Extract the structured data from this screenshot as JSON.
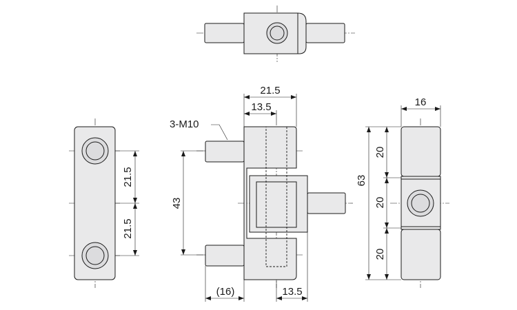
{
  "dimensions": {
    "left_spacing_top": "21.5",
    "left_spacing_bottom": "21.5",
    "front_width_outer": "21.5",
    "front_width_inner": "13.5",
    "front_thread_label": "3-M10",
    "front_height": "43",
    "front_pin_length": "(16)",
    "front_offset_bottom": "13.5",
    "right_width": "16",
    "right_total": "63",
    "right_seg_top": "20",
    "right_seg_mid": "20",
    "right_seg_bottom": "20"
  }
}
